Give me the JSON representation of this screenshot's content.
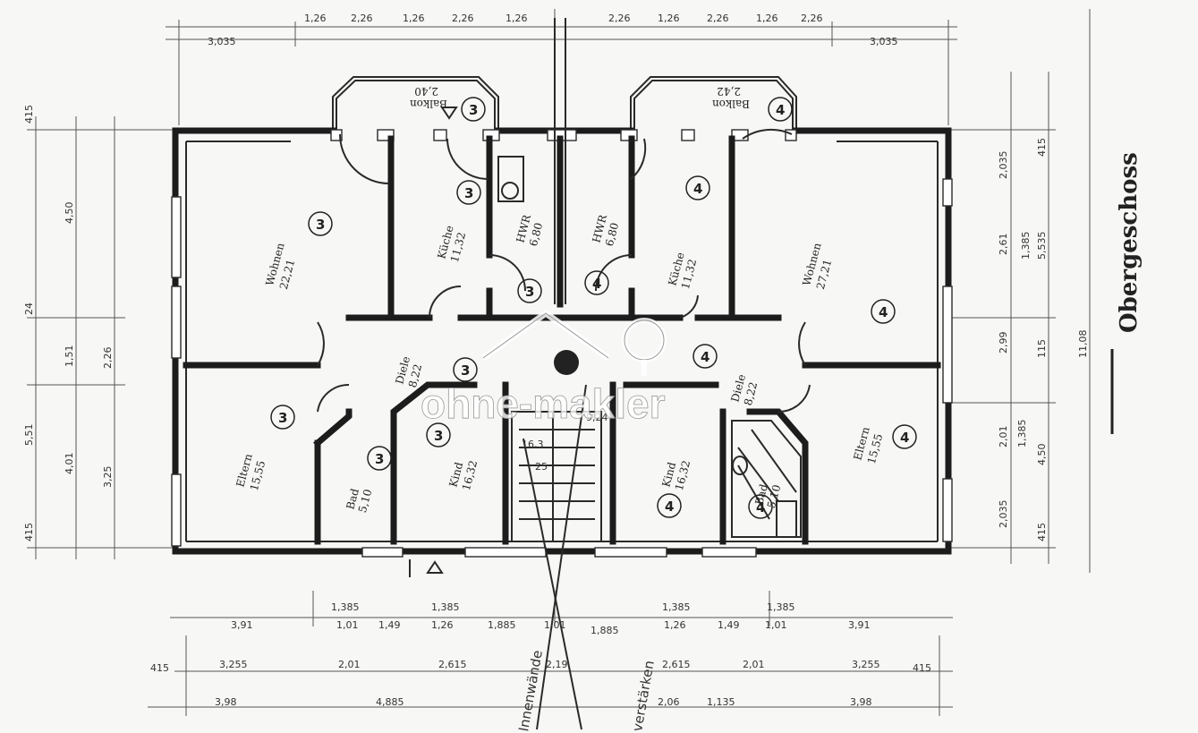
{
  "plan": {
    "title": "Obergeschoss",
    "watermark": "ohne-makler",
    "units": [
      {
        "number": "3",
        "rooms": [
          {
            "name": "Wohnen",
            "area": "22,21"
          },
          {
            "name": "Küche",
            "area": "11,32"
          },
          {
            "name": "HWR",
            "area": "6,80"
          },
          {
            "name": "Diele",
            "area": "8,22"
          },
          {
            "name": "Eltern",
            "area": "15,55"
          },
          {
            "name": "Bad",
            "area": "5,10"
          },
          {
            "name": "Kind",
            "area": "16,32"
          },
          {
            "name": "Balkon",
            "area": "2,40"
          }
        ]
      },
      {
        "number": "4",
        "rooms": [
          {
            "name": "Wohnen",
            "area": "27,21"
          },
          {
            "name": "Küche",
            "area": "11,32"
          },
          {
            "name": "HWR",
            "area": "6,80"
          },
          {
            "name": "Diele",
            "area": "8,22"
          },
          {
            "name": "Eltern",
            "area": "15,55"
          },
          {
            "name": "Bad",
            "area": "5,10"
          },
          {
            "name": "Kind",
            "area": "16,32"
          },
          {
            "name": "Balkon",
            "area": "2,42"
          }
        ]
      }
    ],
    "dimensions": {
      "top_outer": [
        "3,035",
        "3,035"
      ],
      "top_inner": [
        "1,26",
        "2,26",
        "1,26",
        "2,26",
        "1,26",
        "2,26",
        "1,26",
        "2,26",
        "1,26",
        "2,26"
      ],
      "left_vertical": [
        "415",
        "4,50",
        "24",
        "1,51",
        "2,26",
        "5,51",
        "4,01",
        "3,25",
        "415"
      ],
      "right_vertical": [
        "2,035",
        "415",
        "2,61",
        "1,385",
        "5,535",
        "2,99",
        "115",
        "11,08",
        "2,01",
        "1,385",
        "4,50",
        "2,035",
        "415"
      ],
      "bottom_1": [
        "1,385",
        "1,385",
        "1,385",
        "1,385"
      ],
      "bottom_2": [
        "3,91",
        "1,01",
        "1,49",
        "1,26",
        "1,885",
        "1,01",
        "1,885",
        "1,26",
        "1,49",
        "1,01",
        "3,91"
      ],
      "bottom_3": [
        "415",
        "3,255",
        "2,01",
        "2,615",
        "2,19",
        "2,615",
        "2,01",
        "3,255",
        "415"
      ],
      "bottom_4": [
        "3,98",
        "4,885",
        "2,06",
        "1,135",
        "3,98"
      ]
    },
    "annotations": {
      "stair_label": "16,3",
      "stair_steps": "25",
      "hall_area": "9,24",
      "note_1": "Innenwände",
      "note_2": "verstärken"
    }
  }
}
